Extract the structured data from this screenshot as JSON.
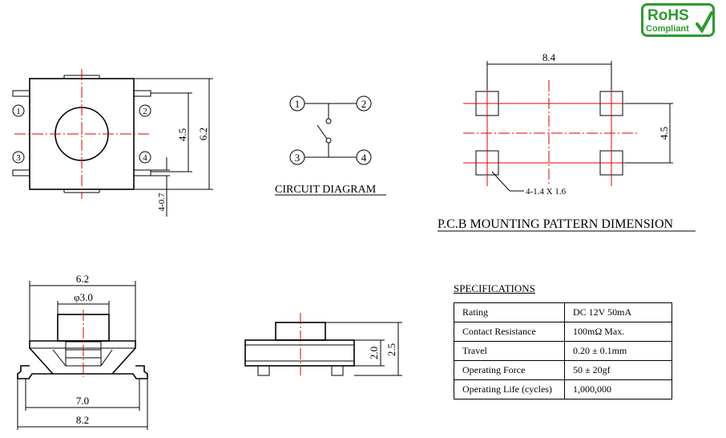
{
  "rohs": {
    "line1": "RoHS",
    "line2": "Compliant",
    "color": "#2e9a2e"
  },
  "top_view": {
    "pins": [
      "1",
      "2",
      "3",
      "4"
    ],
    "dim_pin_spacing": "4.5",
    "dim_body": "6.2",
    "dim_pin_width": "4-0.7"
  },
  "circuit": {
    "pins": [
      "1",
      "2",
      "3",
      "4"
    ],
    "caption": "CIRCUIT DIAGRAM"
  },
  "pcb": {
    "dim_width": "8.4",
    "dim_height": "4.5",
    "pad_note": "4-1.4 X 1.6",
    "caption": "P.C.B MOUNTING PATTERN DIMENSION"
  },
  "front_view": {
    "dim_body": "6.2",
    "dim_stem": "φ3.0",
    "dim_leg_inner": "7.0",
    "dim_leg_outer": "8.2"
  },
  "side_view": {
    "dim_body": "2.0",
    "dim_total": "2.5"
  },
  "specs": {
    "title": "SPECIFICATIONS",
    "rows": [
      {
        "label": "Rating",
        "value": "DC 12V 50mA"
      },
      {
        "label": "Contact Resistance",
        "value": "100mΩ Max."
      },
      {
        "label": "Travel",
        "value": "0.20 ± 0.1mm"
      },
      {
        "label": "Operating Force",
        "value": "50 ± 20gf"
      },
      {
        "label": "Operating Life (cycles)",
        "value": "1,000,000"
      }
    ]
  },
  "colors": {
    "centerline": "#e00000",
    "line": "#000000"
  }
}
